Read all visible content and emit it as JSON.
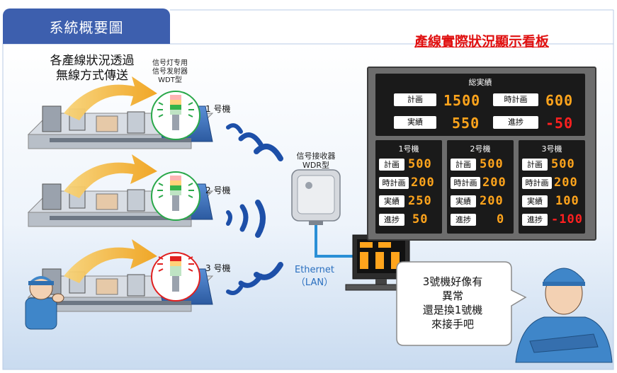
{
  "header": {
    "title": "系統概要圖"
  },
  "board_title": "產線實際狀況顯示看板",
  "caption": {
    "line1": "各產線狀況透過",
    "line2": "無線方式傳送"
  },
  "transmitter": {
    "line1": "信号灯专用",
    "line2": "信号发射器",
    "line3": "WDT型"
  },
  "receiver": {
    "line1": "信号接收器",
    "line2": "WDR型"
  },
  "machines": [
    {
      "label": "1 号機",
      "status_color": "#2aa84a"
    },
    {
      "label": "2 号機",
      "status_color": "#2aa84a"
    },
    {
      "label": "3 号機",
      "status_color": "#e02020"
    }
  ],
  "network": {
    "line1": "Ethernet",
    "line2": "（LAN）"
  },
  "speech": {
    "line1": "3號機好像有",
    "line2": "異常",
    "line3": "還是換1號機",
    "line4": "來接手吧"
  },
  "board": {
    "total": {
      "title": "総実績",
      "plan_label": "計画",
      "plan_value": "1500",
      "time_plan_label": "時計画",
      "time_plan_value": "600",
      "actual_label": "実績",
      "actual_value": "550",
      "progress_label": "進捗",
      "progress_value": "-50"
    },
    "units": [
      {
        "title": "1号機",
        "plan_label": "計画",
        "plan": "500",
        "time_plan_label": "時計画",
        "time_plan": "200",
        "actual_label": "実績",
        "actual": "250",
        "progress_label": "進捗",
        "progress": "50",
        "progress_negative": false
      },
      {
        "title": "2号機",
        "plan_label": "計画",
        "plan": "500",
        "time_plan_label": "時計画",
        "time_plan": "200",
        "actual_label": "実績",
        "actual": "200",
        "progress_label": "進捗",
        "progress": "0",
        "progress_negative": false
      },
      {
        "title": "3号機",
        "plan_label": "計画",
        "plan": "500",
        "time_plan_label": "時計画",
        "time_plan": "200",
        "actual_label": "実績",
        "actual": "100",
        "progress_label": "進捗",
        "progress": "-100",
        "progress_negative": true
      }
    ]
  },
  "colors": {
    "tab": "#3d5fae",
    "accent_red": "#e01010",
    "wave_blue": "#1d4fa8",
    "board_bg": "#1a1a1a",
    "segment": "#ffa41c",
    "arrow": "#f5a623"
  }
}
